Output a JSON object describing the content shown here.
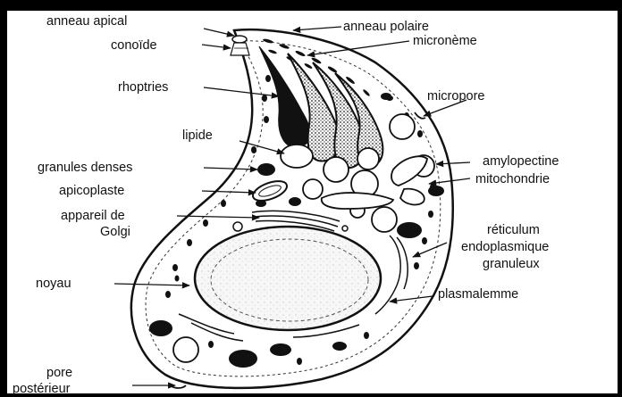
{
  "labels": {
    "anneau_apical": "anneau apical",
    "conoide": "conoïde",
    "rhoptries": "rhoptries",
    "lipide": "lipide",
    "granules_denses": "granules denses",
    "apicoplaste": "apicoplaste",
    "appareil_de_golgi_1": "appareil de",
    "appareil_de_golgi_2": "Golgi",
    "noyau": "noyau",
    "pore_posterieur_1": "pore",
    "pore_posterieur_2": "postérieur",
    "anneau_polaire": "anneau polaire",
    "microneme": "micronème",
    "micropore": "micropore",
    "amylopectine": "amylopectine",
    "mitochondrie": "mitochondrie",
    "reticulum_1": "réticulum",
    "reticulum_2": "endoplasmique",
    "reticulum_3": "granuleux",
    "plasmalemme": "plasmalemme"
  },
  "colors": {
    "frame": "#000000",
    "ink": "#111111",
    "background": "#ffffff",
    "nucleus_fill": "#f4f4f4"
  }
}
